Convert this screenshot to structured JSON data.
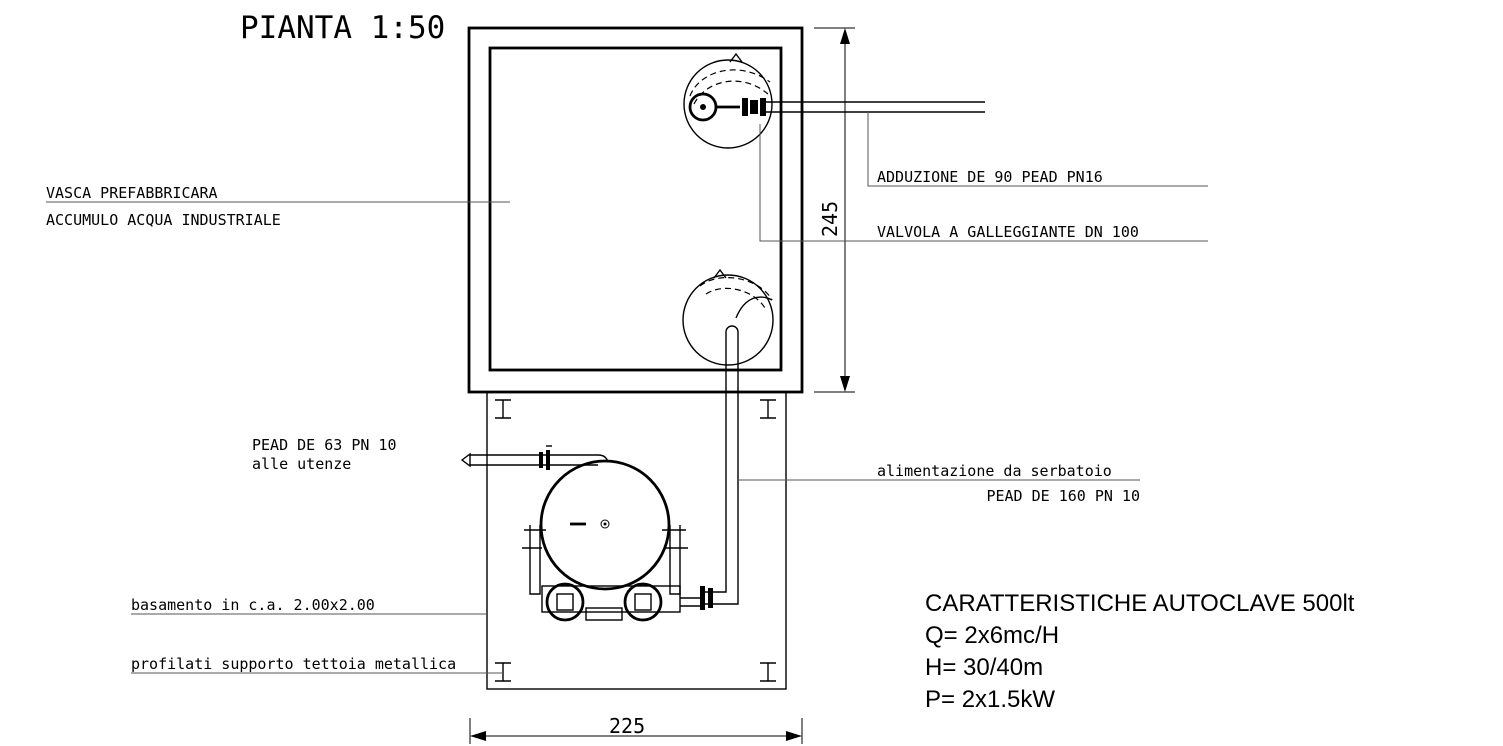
{
  "title": "PIANTA 1:50",
  "labels": {
    "tank_line1": "VASCA PREFABBRICARA",
    "tank_line2": "ACCUMULO ACQUA INDUSTRIALE",
    "adduzione": "ADDUZIONE DE 90 PEAD PN16",
    "valvola": "VALVOLA A GALLEGGIANTE DN 100",
    "pead63_line1": "PEAD DE 63 PN 10",
    "pead63_line2": "alle utenze",
    "alimentazione_line1": "alimentazione da serbatoio",
    "alimentazione_line2": "PEAD DE 160 PN 10",
    "basamento": "basamento in c.a. 2.00x2.00",
    "profilati": "profilati supporto tettoia metallica"
  },
  "dimensions": {
    "height": "245",
    "width": "225"
  },
  "specs": {
    "title": "CARATTERISTICHE AUTOCLAVE 500lt",
    "q": "Q= 2x6mc/H",
    "h": "H= 30/40m",
    "p": "P= 2x1.5kW"
  }
}
